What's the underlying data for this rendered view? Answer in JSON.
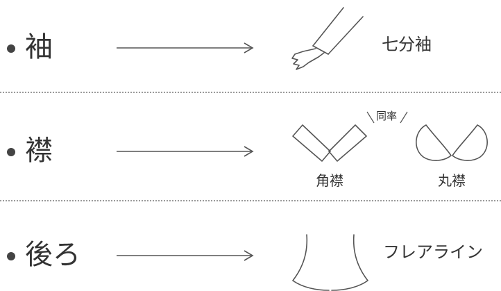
{
  "rows": [
    {
      "label": "袖",
      "result": "七分袖",
      "illustration_icon": "three-quarter-sleeve-icon"
    },
    {
      "label": "襟",
      "note": "同率",
      "options": [
        {
          "label": "角襟",
          "illustration_icon": "square-collar-icon"
        },
        {
          "label": "丸襟",
          "illustration_icon": "round-collar-icon"
        }
      ]
    },
    {
      "label": "後ろ",
      "result": "フレアライン",
      "illustration_icon": "flare-line-icon"
    }
  ],
  "colors": {
    "text": "#333333",
    "line": "#555555",
    "divider": "#9a9a9a",
    "background": "#ffffff"
  }
}
